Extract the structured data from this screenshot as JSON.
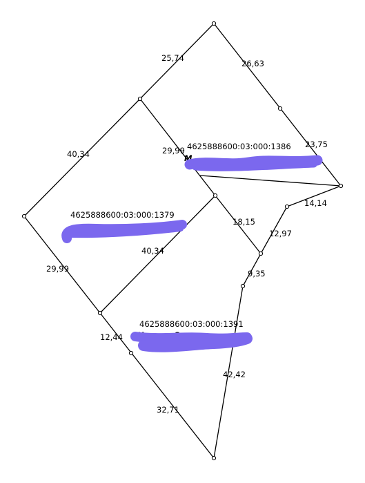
{
  "plan": {
    "dimensions": {
      "top_left": "25,74",
      "top_right": "26,63",
      "upper_left": "40,34",
      "inner_top": "29,99",
      "right_upper": "23,75",
      "right_mid": "14,14",
      "inner_mid": "18,15",
      "right_low": "12,97",
      "inner_left": "40,34",
      "left_low": "29,99",
      "right_vertical": "9,35",
      "bottom_left_short": "12,44",
      "bottom_right": "42,42",
      "bottom_left": "32,71"
    },
    "parcels": {
      "upper": "4625888600:03:000:1386",
      "left": "4625888600:03:000:1379",
      "lower": "4625888600:03:000:1391"
    },
    "partial_labels": {
      "upper": "М",
      "lower": "Нежил. 2"
    }
  },
  "colors": {
    "lines": "#000000",
    "redaction": "#7b68ee",
    "background": "#ffffff"
  }
}
